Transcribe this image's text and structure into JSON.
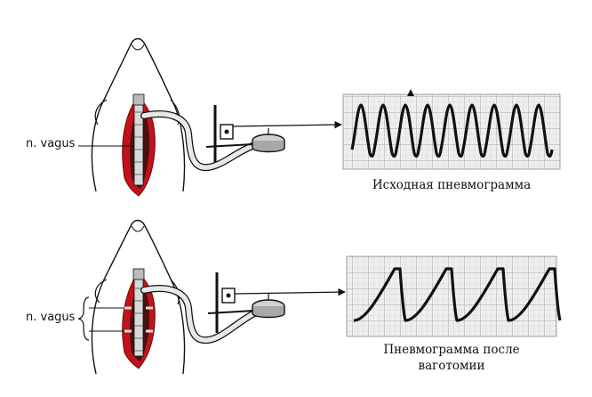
{
  "panels": [
    {
      "nerve_label": "n. vagus",
      "caption_lines": [
        "Исходная пневмограмма"
      ]
    },
    {
      "nerve_label": "n. vagus",
      "caption_lines": [
        "Пневмограмма после",
        "ваготомии"
      ]
    }
  ],
  "colors": {
    "ink": "#111111",
    "grid_bg": "#ececec",
    "grid_line": "#b4b4b4",
    "wound_red": "#c2121a",
    "wound_dark": "#3a0d0d"
  }
}
